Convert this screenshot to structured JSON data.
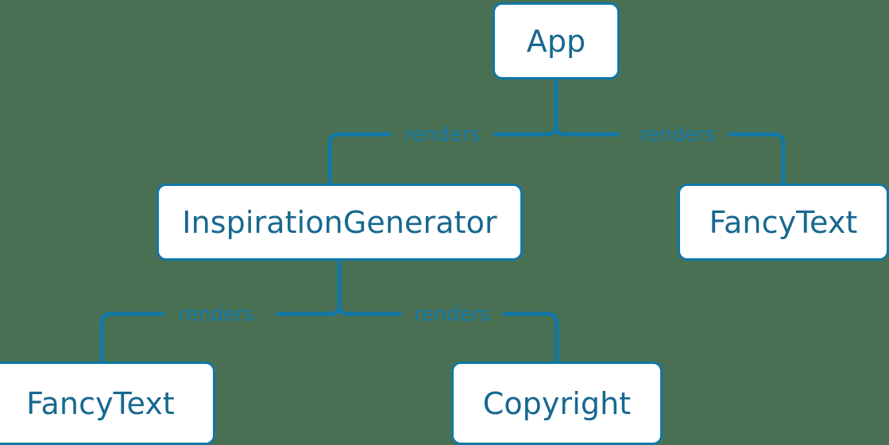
{
  "diagram": {
    "type": "component-tree",
    "background_color": "#4a7053",
    "node_fill_color": "#ffffff",
    "node_border_color": "#1177a9",
    "node_text_color": "#16688f",
    "edge_color": "#1178a8",
    "edge_label_color": "#1178a8",
    "nodes": [
      {
        "id": "app",
        "label": "App"
      },
      {
        "id": "inspgen",
        "label": "InspirationGenerator"
      },
      {
        "id": "fancy_right",
        "label": "FancyText"
      },
      {
        "id": "fancy_left",
        "label": "FancyText"
      },
      {
        "id": "copyright",
        "label": "Copyright"
      }
    ],
    "edges": [
      {
        "id": "app_inspgen",
        "from": "App",
        "to": "InspirationGenerator",
        "label": "renders"
      },
      {
        "id": "app_fancy_right",
        "from": "App",
        "to": "FancyText",
        "label": "renders"
      },
      {
        "id": "inspgen_fancy_left",
        "from": "InspirationGenerator",
        "to": "FancyText",
        "label": "renders"
      },
      {
        "id": "inspgen_copyright",
        "from": "InspirationGenerator",
        "to": "Copyright",
        "label": "renders"
      }
    ]
  }
}
